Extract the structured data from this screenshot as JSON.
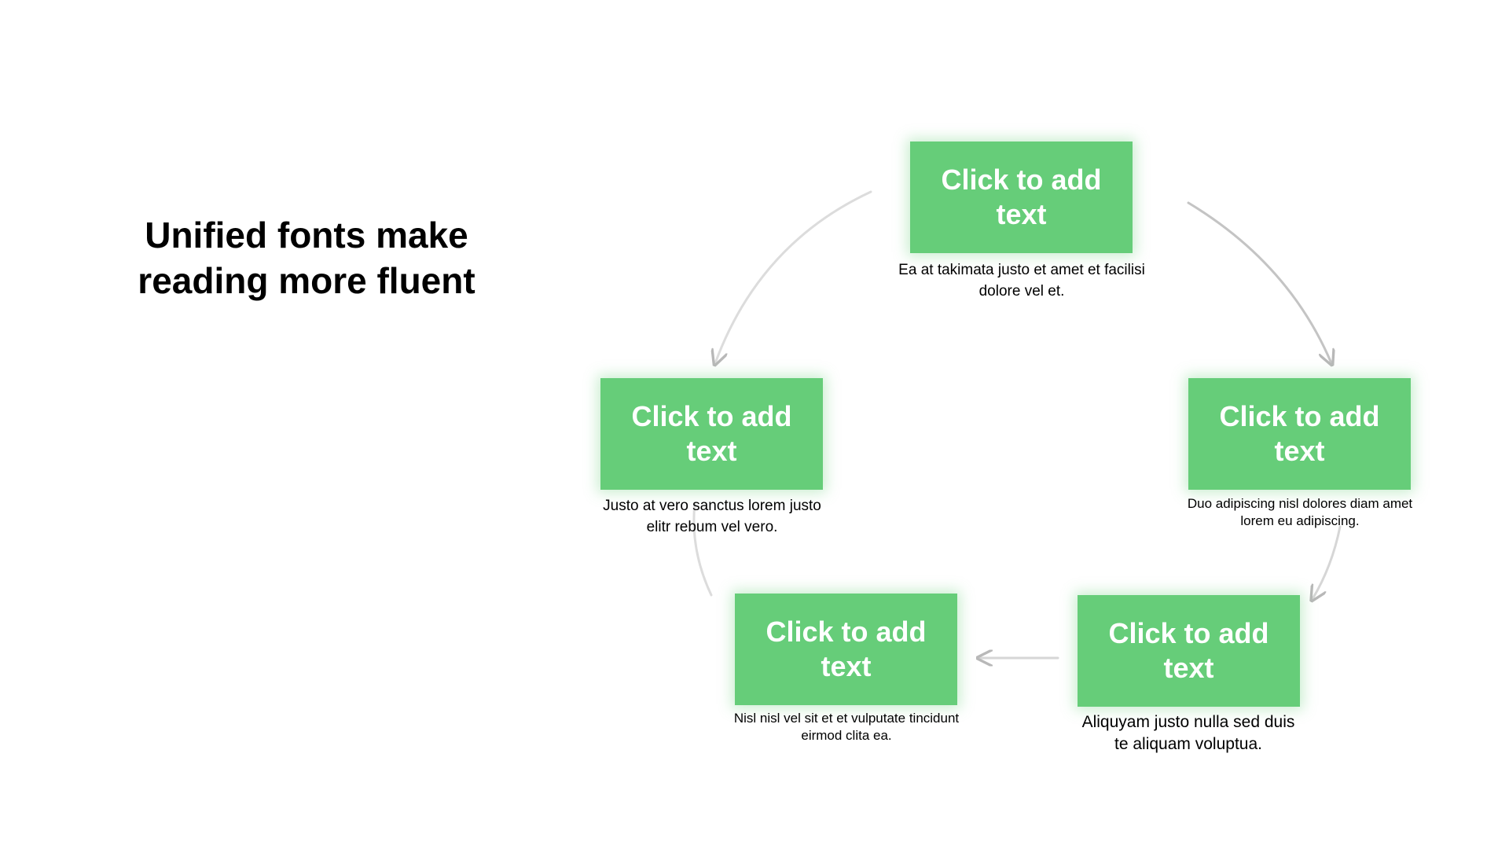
{
  "title": "Unified fonts make\nreading more fluent",
  "colors": {
    "box_fill": "#66cd79",
    "box_text": "#ffffff",
    "arrow": "#cccccc"
  },
  "nodes": [
    {
      "label": "Click to add text",
      "caption": "Ea at takimata justo et amet et facilisi dolore vel et."
    },
    {
      "label": "Click to add text",
      "caption": "Duo adipiscing nisl dolores diam amet lorem eu adipiscing."
    },
    {
      "label": "Click to add text",
      "caption": "Aliquyam justo nulla sed duis te aliquam voluptua."
    },
    {
      "label": "Click to add text",
      "caption": "Nisl nisl vel sit et et vulputate tincidunt eirmod clita ea."
    },
    {
      "label": "Click to add text",
      "caption": "Justo at vero sanctus lorem justo elitr rebum vel vero."
    }
  ]
}
